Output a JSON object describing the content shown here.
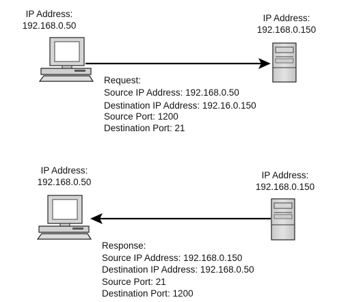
{
  "request": {
    "client": {
      "label": "IP Address:",
      "ip": "192.168.0.50"
    },
    "server": {
      "label": "IP Address:",
      "ip": "192.168.0.150"
    },
    "title": "Request:",
    "lines": [
      "Source IP Address: 192.168.0.50",
      "Destination IP Address: 192.16.0.150",
      "Source Port: 1200",
      "Destination Port: 21"
    ]
  },
  "response": {
    "client": {
      "label": "IP Address:",
      "ip": "192.168.0.50"
    },
    "server": {
      "label": "IP Address:",
      "ip": "192.168.0.150"
    },
    "title": "Response:",
    "lines": [
      "Source IP Address: 192.168.0.150",
      "Destination IP Address: 192.168.0.50",
      "Source Port: 21",
      "Destination Port: 1200"
    ]
  },
  "icons": {
    "client": "desktop-computer-icon",
    "server": "server-tower-icon"
  },
  "colors": {
    "device_fill": "#d9d9d9",
    "screen": "#ffffff",
    "stroke": "#222222",
    "arrow": "#000000"
  }
}
